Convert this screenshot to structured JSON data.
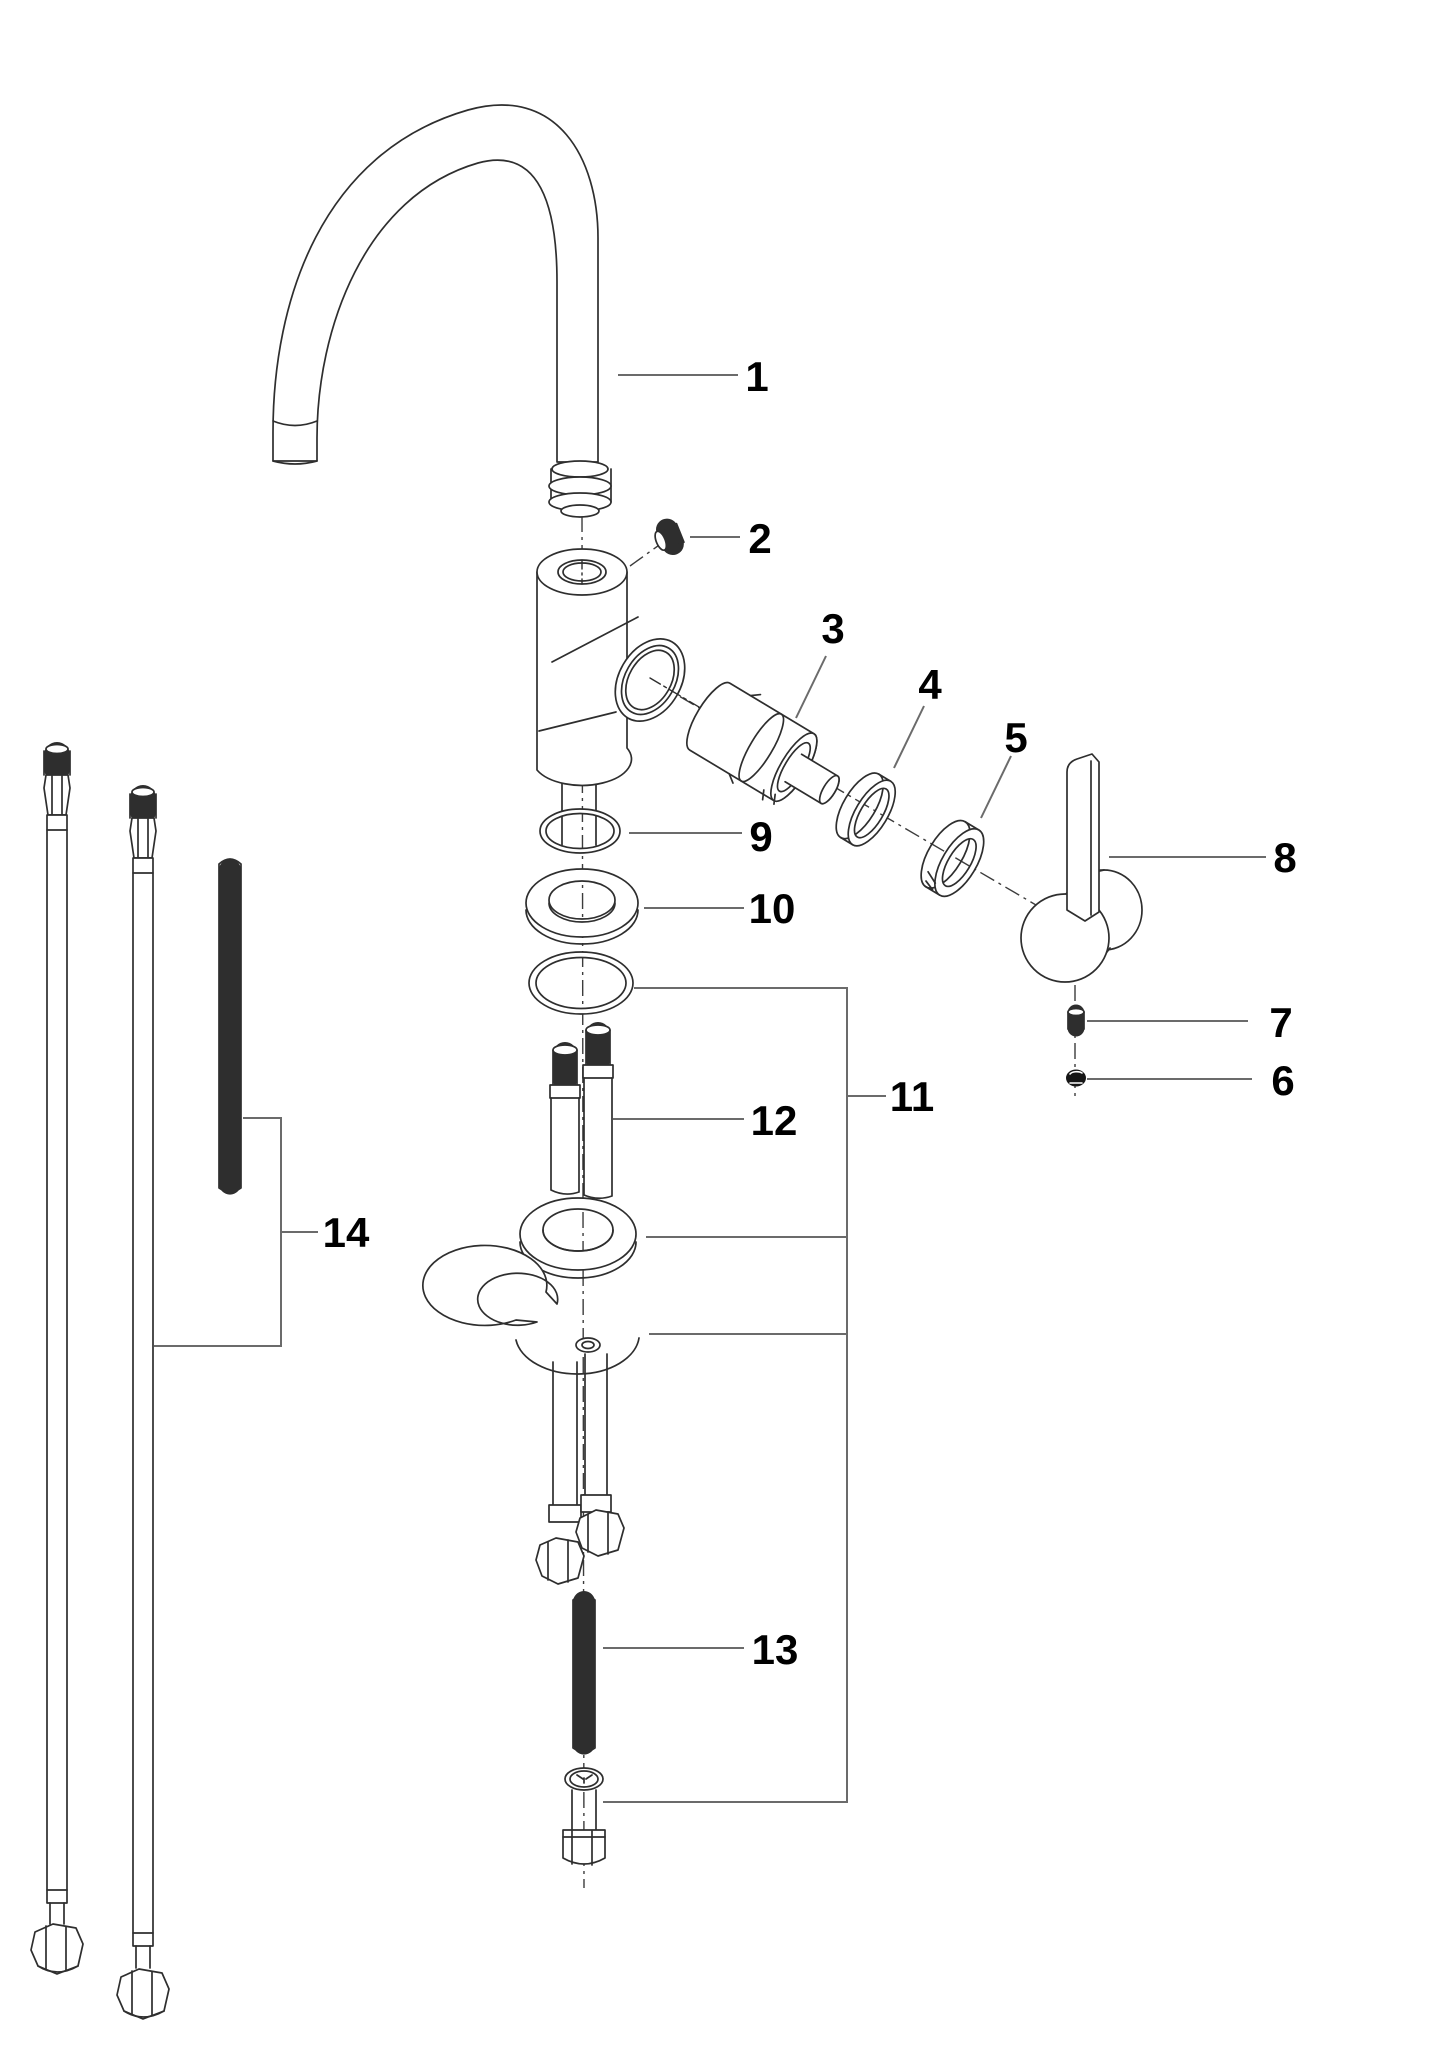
{
  "figure": {
    "background": "#ffffff",
    "colors": {
      "outline": "#2e2e2e",
      "leader": "#6b6b6b",
      "centerline": "#3c3c3c",
      "label": "#000000",
      "fill": "#ffffff",
      "dark_part": "#161616"
    },
    "callouts": [
      {
        "n": "1"
      },
      {
        "n": "2"
      },
      {
        "n": "3"
      },
      {
        "n": "4"
      },
      {
        "n": "5"
      },
      {
        "n": "6"
      },
      {
        "n": "7"
      },
      {
        "n": "8"
      },
      {
        "n": "9"
      },
      {
        "n": "10"
      },
      {
        "n": "11"
      },
      {
        "n": "12"
      },
      {
        "n": "13"
      },
      {
        "n": "14"
      }
    ]
  }
}
